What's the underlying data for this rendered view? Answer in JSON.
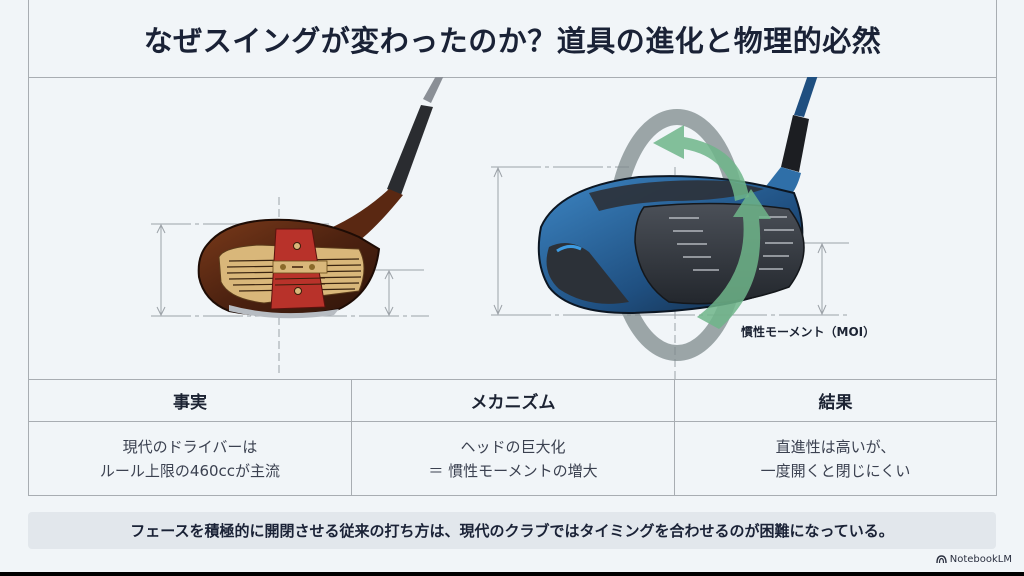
{
  "title": "なぜスイングが変わったのか？道具の進化と物理的必然",
  "figure": {
    "left_club": "persimmon-wood-driver",
    "right_club": "modern-titanium-driver",
    "moi_label": "慣性モーメント（MOI）",
    "colors": {
      "wood_brown": "#5a2a14",
      "face_red": "#b8322a",
      "face_tan": "#d9b77a",
      "modern_blue": "#2f6fa8",
      "carbon_gray": "#3a3f46",
      "arrow_green": "#6fb58a",
      "arrow_gray": "#7d8a8c"
    }
  },
  "table": {
    "headers": [
      "事実",
      "メカニズム",
      "結果"
    ],
    "rows": [
      [
        "現代のドライバーは",
        "ヘッドの巨大化",
        "直進性は高いが、"
      ],
      [
        "ルール上限の460ccが主流",
        "＝ 慣性モーメントの増大",
        "一度開くと閉じにくい"
      ]
    ]
  },
  "summary": "フェースを積極的に開閉させる従来の打ち方は、現代のクラブではタイミングを合わせるのが困難になっている。",
  "brand": {
    "icon": "notebooklm-icon",
    "label": "NotebookLM"
  }
}
